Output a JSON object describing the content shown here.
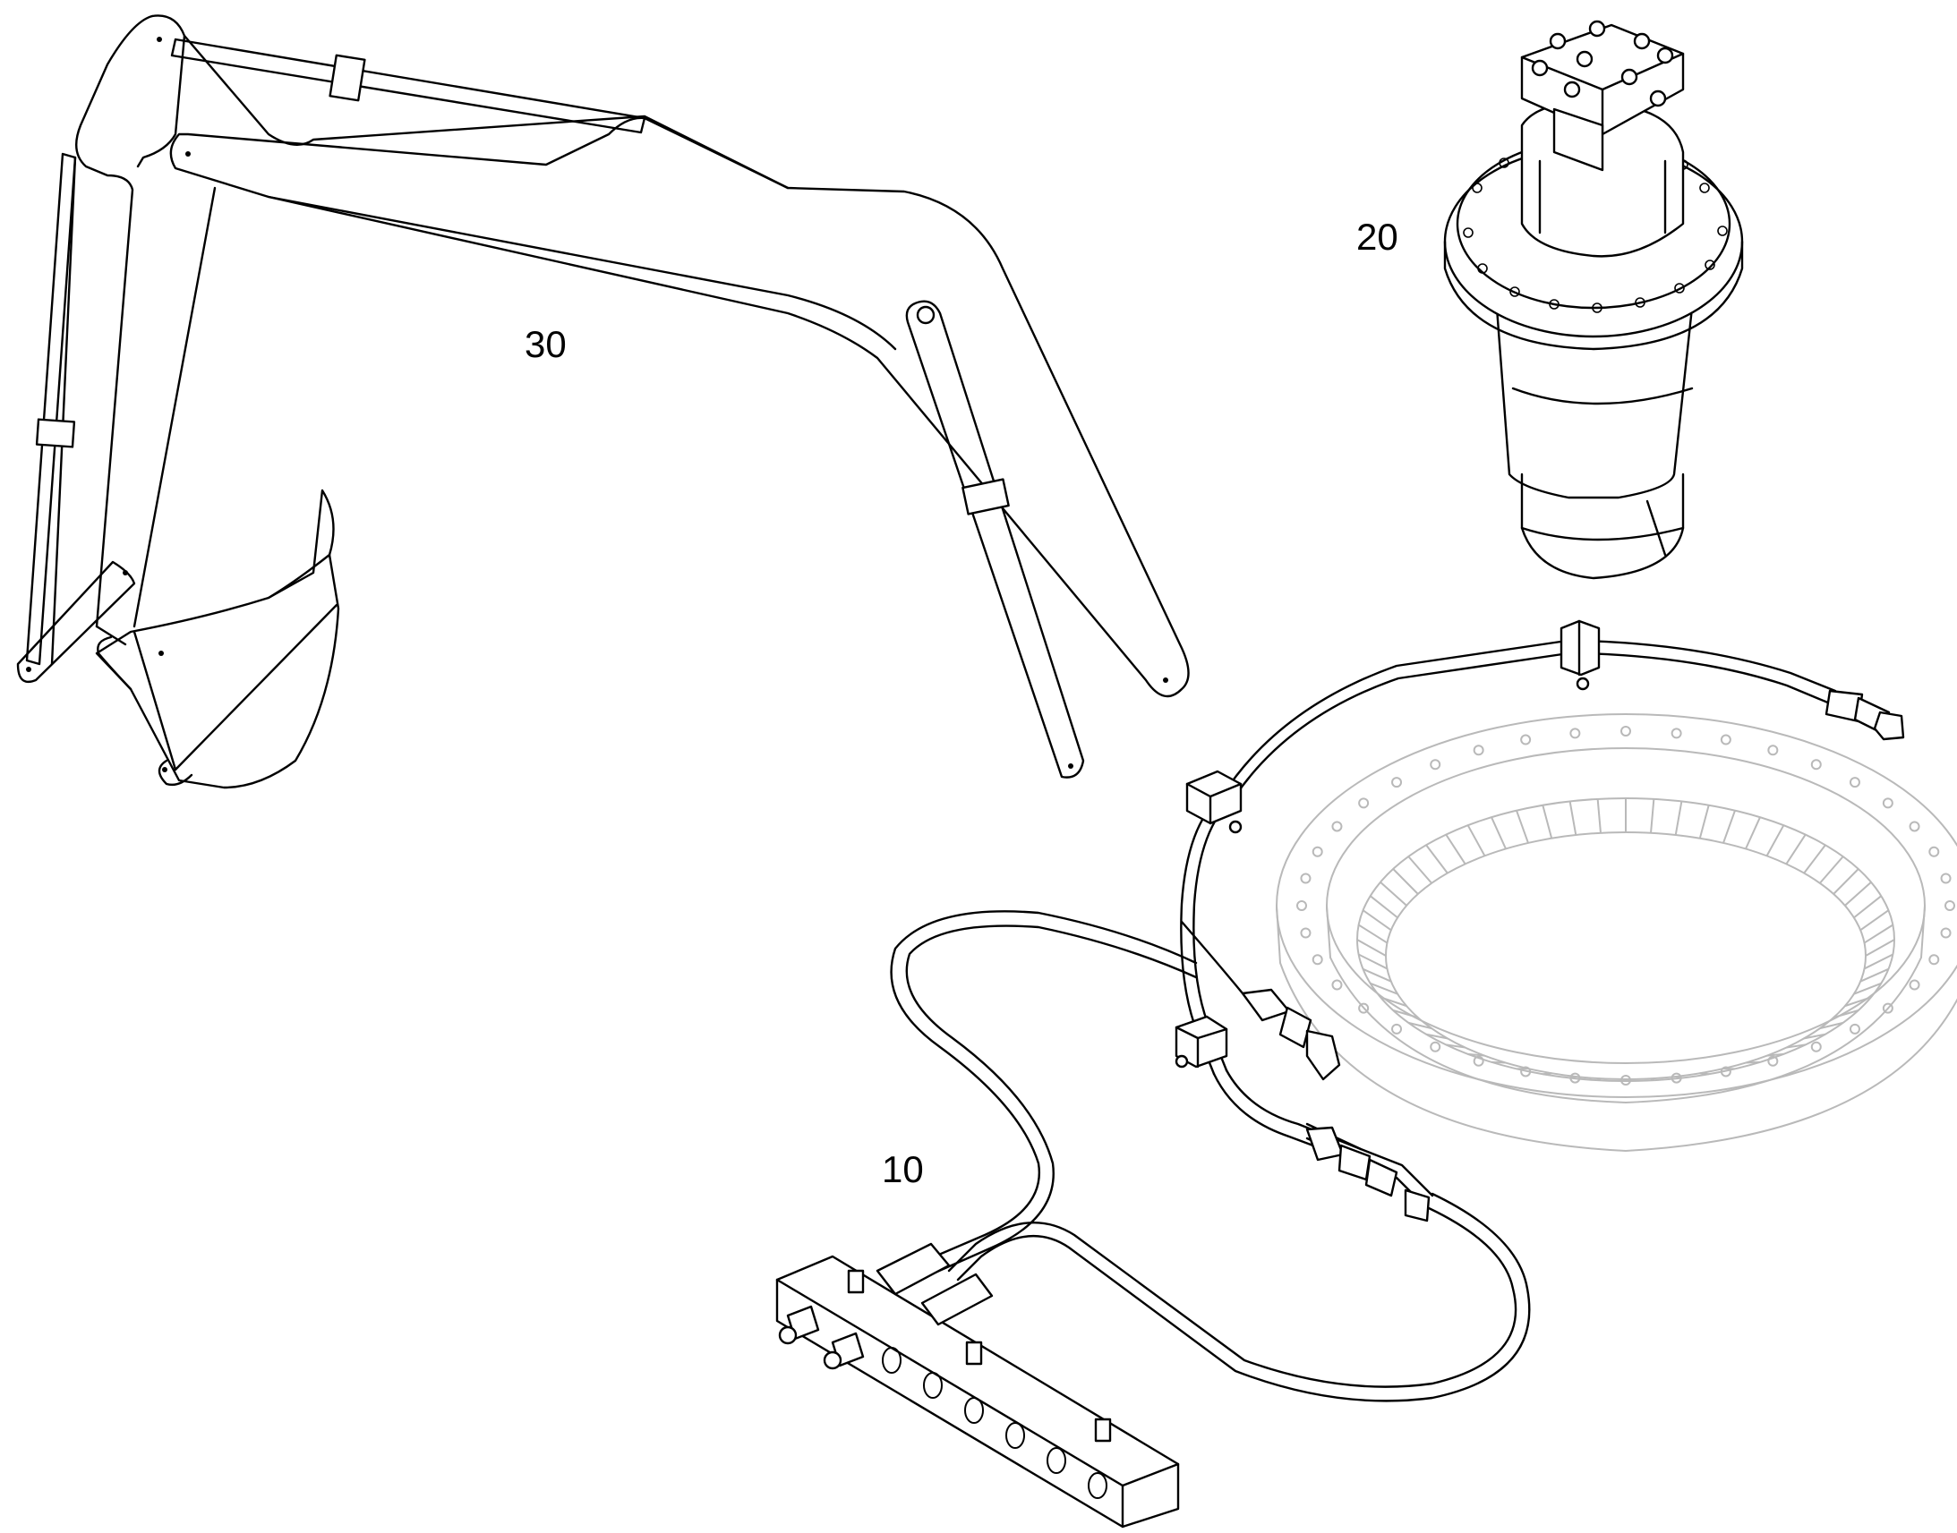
{
  "callouts": {
    "boom_arm": "30",
    "swing_drive": "20",
    "lubrication_kit": "10"
  },
  "colors": {
    "line": "#000000",
    "ring_gear_line": "#b9b9b9",
    "background": "#ffffff"
  }
}
